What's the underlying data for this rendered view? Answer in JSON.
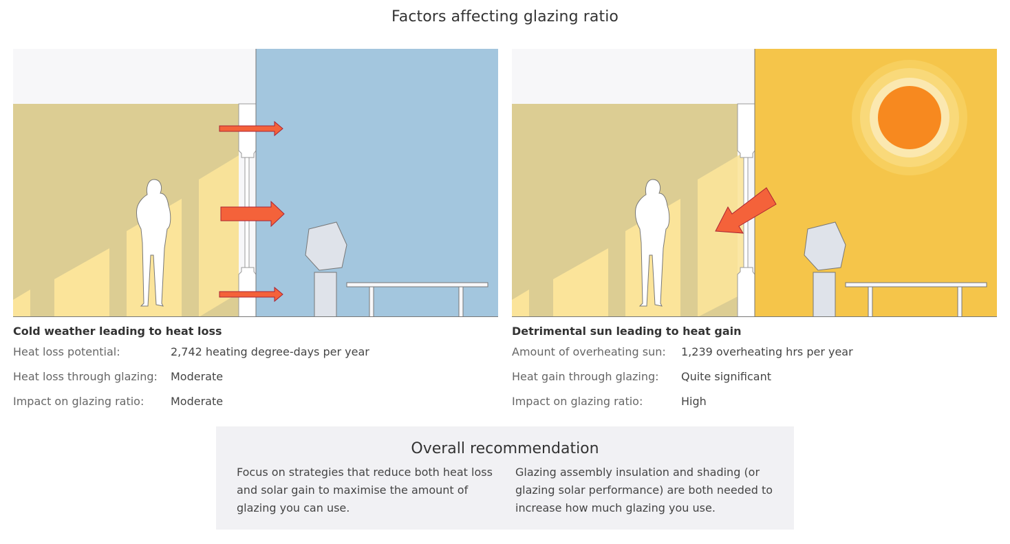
{
  "title": "Factors affecting glazing ratio",
  "colors": {
    "wall_interior": "#dccd93",
    "sky_cold": "#a3c6de",
    "sky_sun": "#f5c54a",
    "sun_core": "#f7891f",
    "sunlight_patch": "#fbe49a",
    "arrow": "#f4623a",
    "ceiling": "#f7f7f9",
    "recommendation_bg": "#f1f1f4"
  },
  "panels": [
    {
      "id": "heat-loss",
      "illustration": "cold-weather-heat-loss-scene",
      "heading": "Cold weather leading to heat loss",
      "rows": [
        {
          "label": "Heat loss potential:",
          "value": "2,742 heating degree-days per year"
        },
        {
          "label": "Heat loss through glazing:",
          "value": "Moderate"
        },
        {
          "label": "Impact on glazing ratio:",
          "value": "Moderate"
        }
      ]
    },
    {
      "id": "heat-gain",
      "illustration": "detrimental-sun-heat-gain-scene",
      "heading": "Detrimental sun leading to heat gain",
      "rows": [
        {
          "label": "Amount of overheating sun:",
          "value": "1,239 overheating hrs per year"
        },
        {
          "label": "Heat gain through glazing:",
          "value": "Quite significant"
        },
        {
          "label": "Impact on glazing ratio:",
          "value": "High"
        }
      ]
    }
  ],
  "recommendation": {
    "title": "Overall recommendation",
    "col1": "Focus on strategies that reduce both heat loss and solar gain to maximise the amount of glazing you can use.",
    "col2": "Glazing assembly insulation and shading (or glazing solar performance) are both needed to increase how much glazing you use."
  }
}
